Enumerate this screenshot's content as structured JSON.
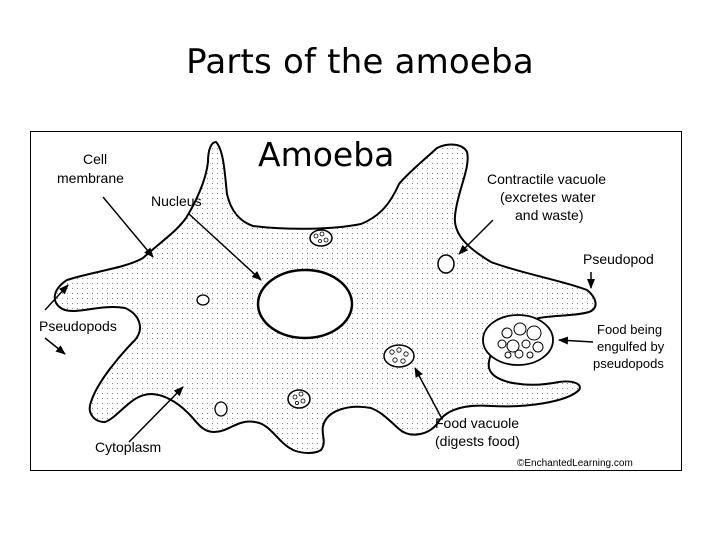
{
  "slide": {
    "title": "Parts of the amoeba"
  },
  "diagram": {
    "heading": "Amoeba",
    "labels": {
      "cell_membrane": [
        "Cell",
        "membrane"
      ],
      "nucleus": "Nucleus",
      "contractile_vacuole": [
        "Contractile vacuole",
        "(excretes water",
        "and waste)"
      ],
      "pseudopod": "Pseudopod",
      "pseudopods": "Pseudopods",
      "food_engulfed": [
        "Food being",
        "engulfed by",
        "pseudopods"
      ],
      "food_vacuole": [
        "Food vacuole",
        "(digests food)"
      ],
      "cytoplasm": "Cytoplasm",
      "credit": "©EnchantedLearning.com"
    }
  }
}
